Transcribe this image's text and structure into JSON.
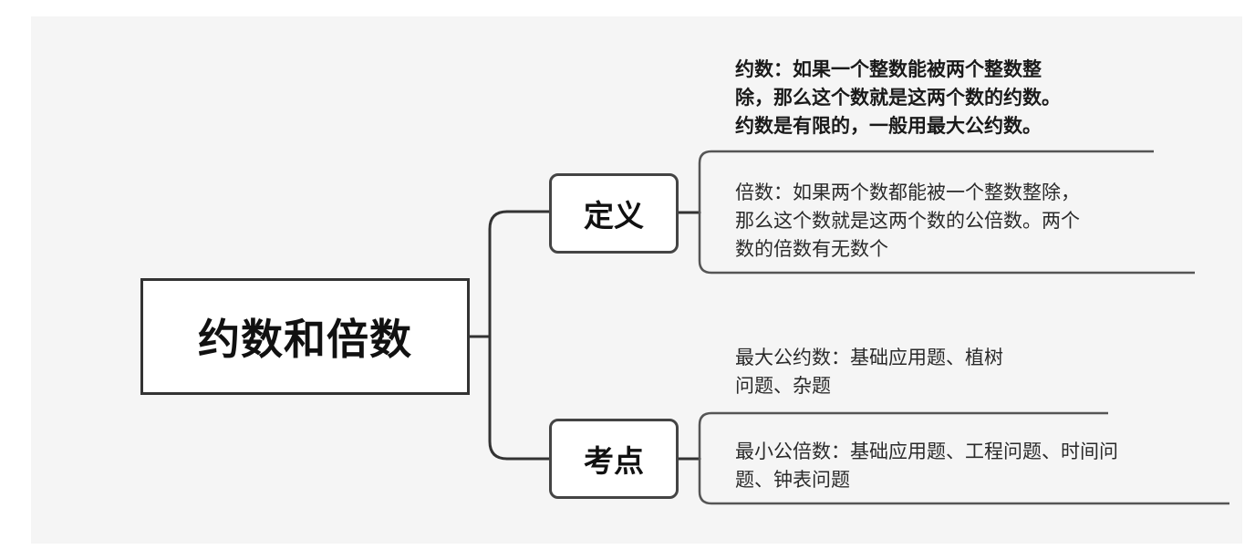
{
  "mindmap": {
    "root": "约数和倍数",
    "branches": [
      {
        "label": "定义",
        "leaves": [
          {
            "lines": [
              "约数：如果一个整数能被两个整数整",
              "除，那么这个数就是这两个数的约数。",
              "约数是有限的，一般用最大公约数。"
            ]
          },
          {
            "lines": [
              "倍数：如果两个数都能被一个整数整除，",
              "那么这个数就是这两个数的公倍数。两个",
              "数的倍数有无数个"
            ]
          }
        ]
      },
      {
        "label": "考点",
        "leaves": [
          {
            "lines": [
              "最大公约数：基础应用题、植树",
              "问题、杂题"
            ]
          },
          {
            "lines": [
              "最小公倍数：基础应用题、工程问题、时间问",
              "题、钟表问题"
            ]
          }
        ]
      }
    ]
  }
}
